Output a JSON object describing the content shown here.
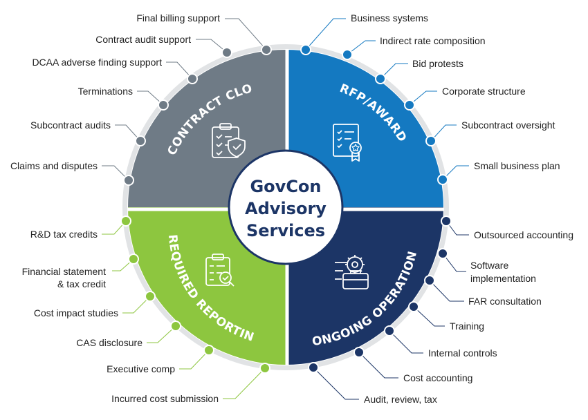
{
  "center": {
    "lines": [
      "GovCon",
      "Advisory",
      "Services"
    ]
  },
  "colors": {
    "closeout": "#6f7b86",
    "rfp": "#1479c1",
    "operation": "#1c3566",
    "reporting": "#8dc63f",
    "ring": "#e1e3e5",
    "center_text": "#1c3566"
  },
  "quadrants": {
    "closeout": {
      "title": "CONTRACT CLOSEOUT",
      "icon": "clipboard-shield-icon"
    },
    "rfp": {
      "title": "RFP/AWARD",
      "icon": "certificate-icon"
    },
    "operation": {
      "title": "ONGOING OPERATION",
      "icon": "briefcase-gear-icon"
    },
    "reporting": {
      "title": "REQUIRED REPORTING",
      "icon": "clipboard-magnifier-icon"
    }
  },
  "labels": {
    "closeout": [
      "Final billing support",
      "Contract audit support",
      "DCAA adverse finding support",
      "Terminations",
      "Subcontract audits",
      "Claims and disputes"
    ],
    "rfp": [
      "Business systems",
      "Indirect rate composition",
      "Bid protests",
      "Corporate structure",
      "Subcontract oversight",
      "Small business plan"
    ],
    "operation": [
      "Outsourced accounting",
      "Software",
      "implementation",
      "FAR consultation",
      "Training",
      "Internal controls",
      "Cost accounting",
      "Audit, review, tax"
    ],
    "reporting": [
      "R&D tax credits",
      "Financial statement",
      "& tax credit",
      "Cost impact studies",
      "CAS disclosure",
      "Executive comp",
      "Incurred cost submission"
    ]
  }
}
